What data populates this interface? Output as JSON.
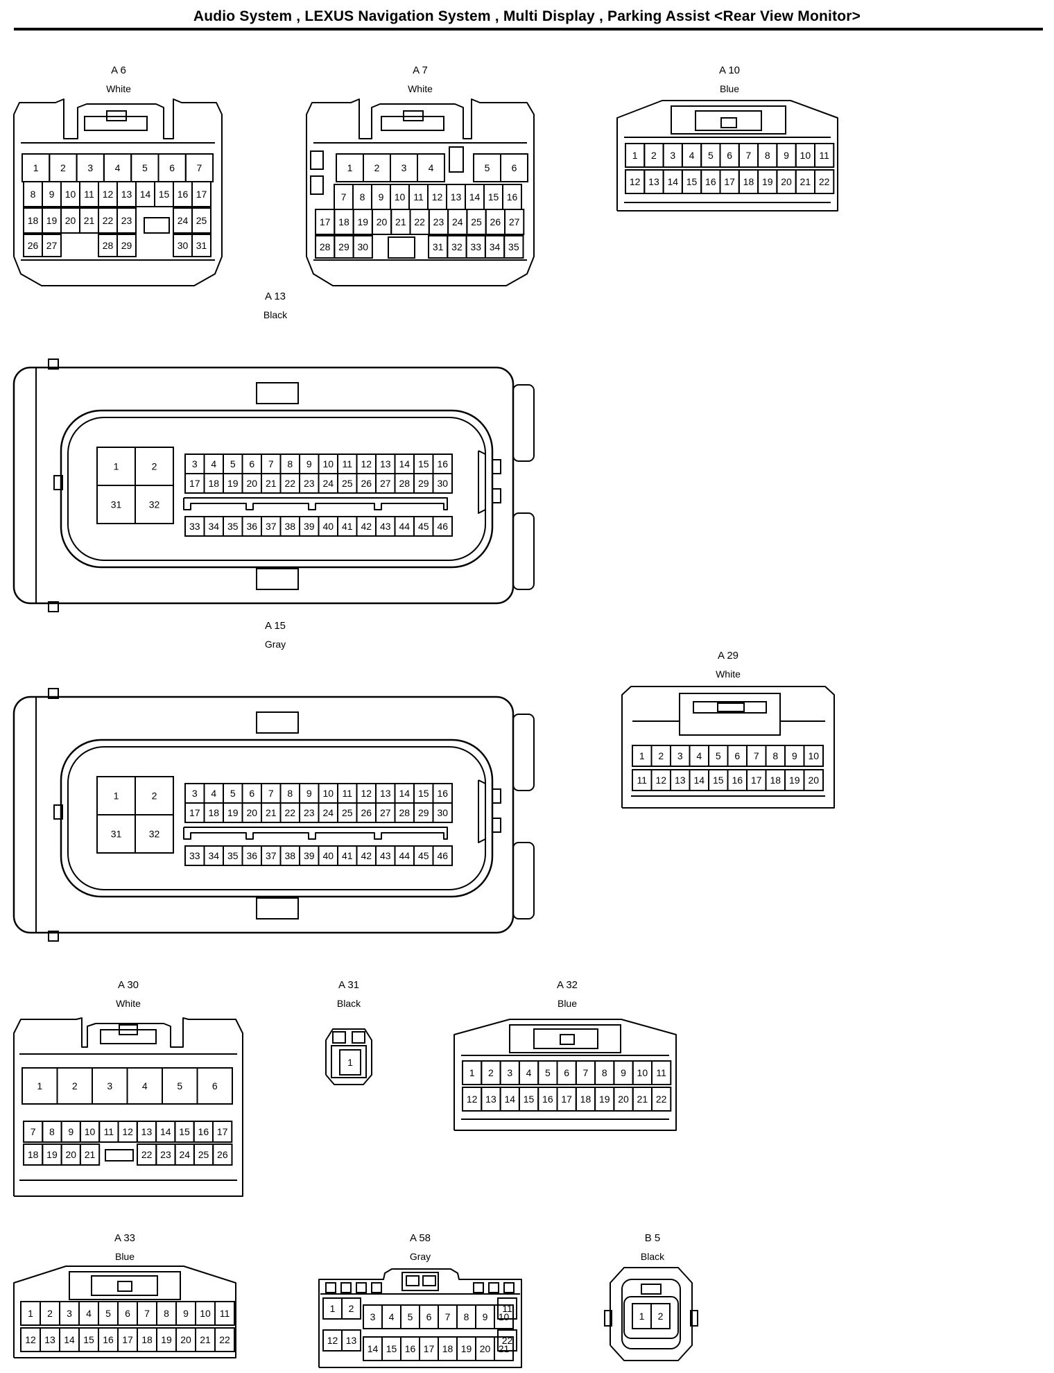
{
  "title": "Audio System , LEXUS Navigation System , Multi Display , Parking Assist <Rear View Monitor>",
  "connectors": [
    {
      "id": "A 6",
      "color": "White",
      "pins": [
        "1",
        "2",
        "3",
        "4",
        "5",
        "6",
        "7",
        "8",
        "9",
        "10",
        "11",
        "12",
        "13",
        "14",
        "15",
        "16",
        "17",
        "18",
        "19",
        "20",
        "21",
        "22",
        "23",
        "24",
        "25",
        "26",
        "27",
        "28",
        "29",
        "30",
        "31"
      ]
    },
    {
      "id": "A 7",
      "color": "White",
      "pins": [
        "1",
        "2",
        "3",
        "4",
        "5",
        "6",
        "7",
        "8",
        "9",
        "10",
        "11",
        "12",
        "13",
        "14",
        "15",
        "16",
        "17",
        "18",
        "19",
        "20",
        "21",
        "22",
        "23",
        "24",
        "25",
        "26",
        "27",
        "28",
        "29",
        "30",
        "31",
        "32",
        "33",
        "34",
        "35"
      ]
    },
    {
      "id": "A 10",
      "color": "Blue",
      "pins": [
        "1",
        "2",
        "3",
        "4",
        "5",
        "6",
        "7",
        "8",
        "9",
        "10",
        "11",
        "12",
        "13",
        "14",
        "15",
        "16",
        "17",
        "18",
        "19",
        "20",
        "21",
        "22"
      ]
    },
    {
      "id": "A 13",
      "color": "Black",
      "pins": [
        "1",
        "2",
        "31",
        "32",
        "3",
        "4",
        "5",
        "6",
        "7",
        "8",
        "9",
        "10",
        "11",
        "12",
        "13",
        "14",
        "15",
        "16",
        "17",
        "18",
        "19",
        "20",
        "21",
        "22",
        "23",
        "24",
        "25",
        "26",
        "27",
        "28",
        "29",
        "30",
        "33",
        "34",
        "35",
        "36",
        "37",
        "38",
        "39",
        "40",
        "41",
        "42",
        "43",
        "44",
        "45",
        "46"
      ]
    },
    {
      "id": "A 15",
      "color": "Gray",
      "pins": [
        "1",
        "2",
        "31",
        "32",
        "3",
        "4",
        "5",
        "6",
        "7",
        "8",
        "9",
        "10",
        "11",
        "12",
        "13",
        "14",
        "15",
        "16",
        "17",
        "18",
        "19",
        "20",
        "21",
        "22",
        "23",
        "24",
        "25",
        "26",
        "27",
        "28",
        "29",
        "30",
        "33",
        "34",
        "35",
        "36",
        "37",
        "38",
        "39",
        "40",
        "41",
        "42",
        "43",
        "44",
        "45",
        "46"
      ]
    },
    {
      "id": "A 29",
      "color": "White",
      "pins": [
        "1",
        "2",
        "3",
        "4",
        "5",
        "6",
        "7",
        "8",
        "9",
        "10",
        "11",
        "12",
        "13",
        "14",
        "15",
        "16",
        "17",
        "18",
        "19",
        "20"
      ]
    },
    {
      "id": "A 30",
      "color": "White",
      "pins": [
        "1",
        "2",
        "3",
        "4",
        "5",
        "6",
        "7",
        "8",
        "9",
        "10",
        "11",
        "12",
        "13",
        "14",
        "15",
        "16",
        "17",
        "18",
        "19",
        "20",
        "21",
        "22",
        "23",
        "24",
        "25",
        "26"
      ]
    },
    {
      "id": "A 31",
      "color": "Black",
      "pins": [
        "1"
      ]
    },
    {
      "id": "A 32",
      "color": "Blue",
      "pins": [
        "1",
        "2",
        "3",
        "4",
        "5",
        "6",
        "7",
        "8",
        "9",
        "10",
        "11",
        "12",
        "13",
        "14",
        "15",
        "16",
        "17",
        "18",
        "19",
        "20",
        "21",
        "22"
      ]
    },
    {
      "id": "A 33",
      "color": "Blue",
      "pins": [
        "1",
        "2",
        "3",
        "4",
        "5",
        "6",
        "7",
        "8",
        "9",
        "10",
        "11",
        "12",
        "13",
        "14",
        "15",
        "16",
        "17",
        "18",
        "19",
        "20",
        "21",
        "22"
      ]
    },
    {
      "id": "A 58",
      "color": "Gray",
      "pins": [
        "1",
        "2",
        "3",
        "4",
        "5",
        "6",
        "7",
        "8",
        "9",
        "10",
        "11",
        "12",
        "13",
        "14",
        "15",
        "16",
        "17",
        "18",
        "19",
        "20",
        "21",
        "22"
      ]
    },
    {
      "id": "B 5",
      "color": "Black",
      "pins": [
        "1",
        "2"
      ]
    }
  ]
}
